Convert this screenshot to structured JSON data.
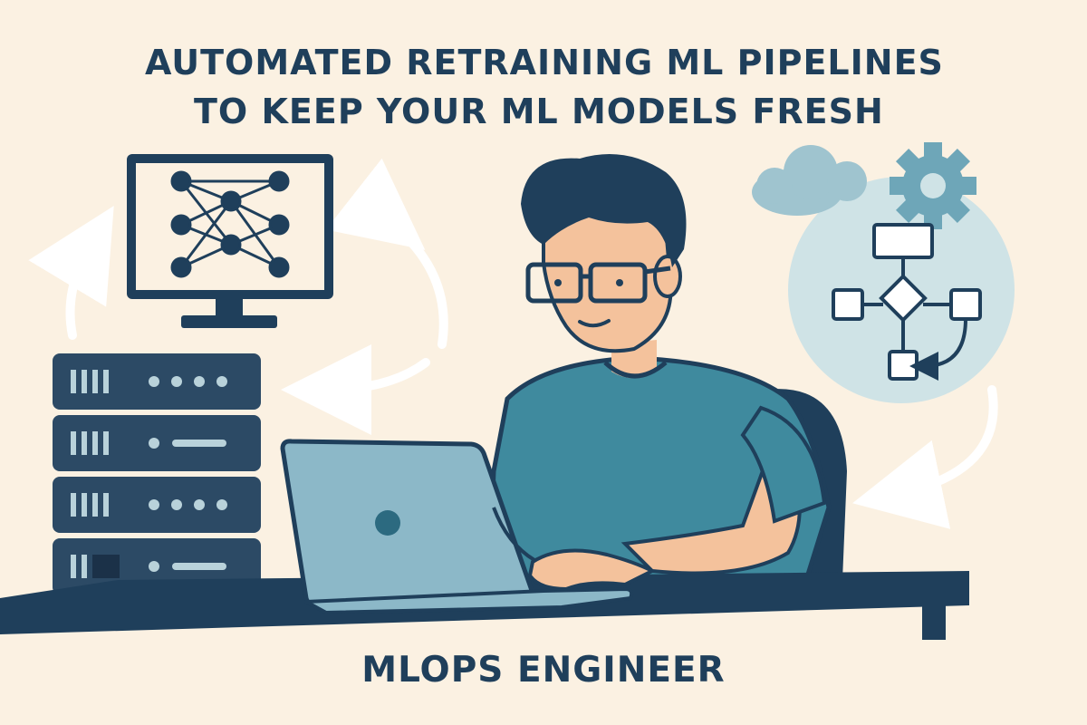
{
  "headline": {
    "line1": "AUTOMATED RETRAINING ML PIPELINES",
    "line2": "TO KEEP YOUR ML MODELS FRESH"
  },
  "caption": "MLOPS ENGINEER",
  "colors": {
    "background": "#fbf1e2",
    "navy": "#1f3f5b",
    "teal": "#3f8a9e",
    "light_teal": "#cfe3e6",
    "laptop": "#8cb8c8",
    "skin": "#f4c29c",
    "cloud": "#9fc4cf",
    "gear": "#6ea6b8"
  }
}
